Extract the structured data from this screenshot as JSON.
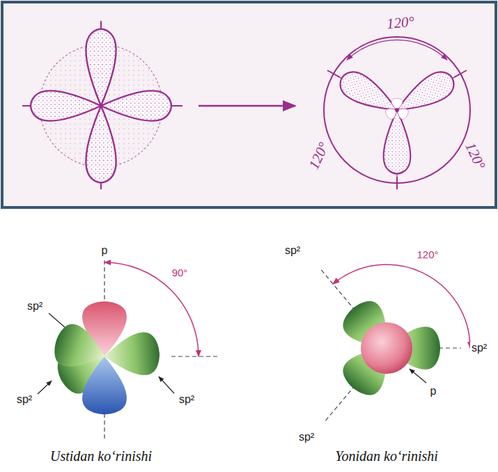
{
  "diagram": {
    "labels": [
      "120°",
      "120°",
      "120°",
      "p",
      "90°",
      "sp²",
      "sp²",
      "sp²",
      "sp²",
      "120°",
      "sp²",
      "p",
      "sp²",
      "Ustidan ko‘rinishi",
      "Yonidan ko‘rinishi"
    ]
  }
}
